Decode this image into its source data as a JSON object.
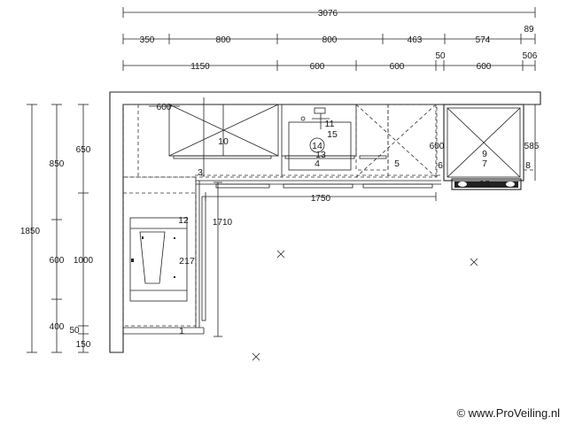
{
  "dimensions": {
    "top_total": "3076",
    "top_row2": [
      "350",
      "800",
      "800",
      "463",
      "574",
      "89"
    ],
    "top_row3": [
      "1150",
      "600",
      "600",
      "50",
      "600",
      "506"
    ],
    "left_total": "1850",
    "left_col2": [
      "850",
      "600",
      "400"
    ],
    "left_col3": [
      "650",
      "1000",
      "50",
      "150"
    ],
    "corner_width": "600",
    "right_depth_a": "600",
    "right_depth_b": "585",
    "counter_length": "1750",
    "left_run": "1710"
  },
  "item_numbers": {
    "n10": "10",
    "n11": "11",
    "n15": "15",
    "n14": "14",
    "n13": "13",
    "n4": "4",
    "n5": "5",
    "n6": "6",
    "n9": "9",
    "n7": "7",
    "n8": "8",
    "n16": "16",
    "n3": "3",
    "n12": "12",
    "n2": "2",
    "n17": "17",
    "n1": "1"
  },
  "watermark": "© www.ProVeiling.nl"
}
